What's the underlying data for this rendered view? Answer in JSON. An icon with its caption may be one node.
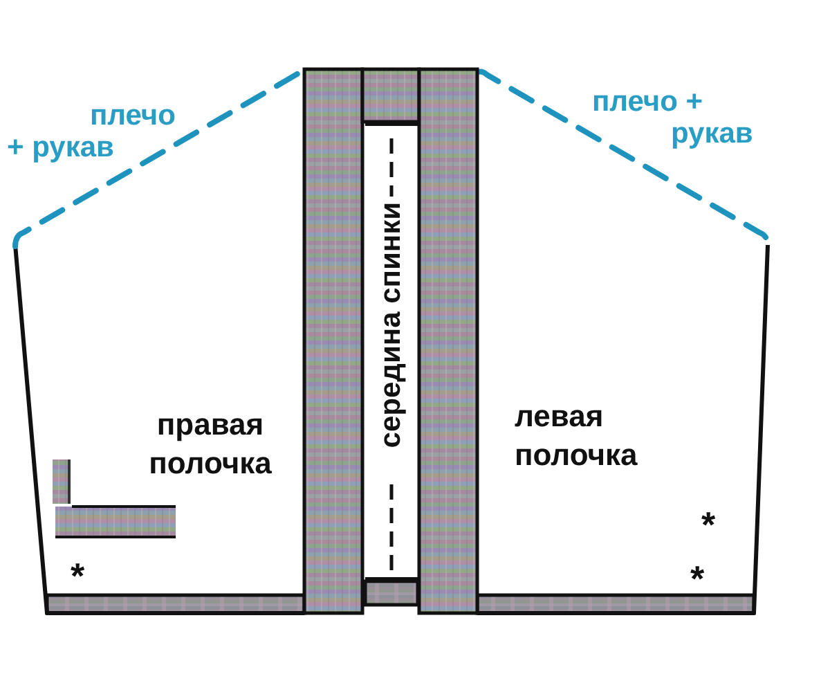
{
  "diagram": {
    "nodes": [
      {
        "text": [
          "правая полочка",
          "*"
        ]
      },
      {
        "text": [
          "середина спинки"
        ]
      },
      {
        "text": [
          "левая полочка",
          "*",
          "*"
        ]
      }
    ],
    "labels": [
      "плечо + рукав",
      "плечо + рукав"
    ]
  }
}
